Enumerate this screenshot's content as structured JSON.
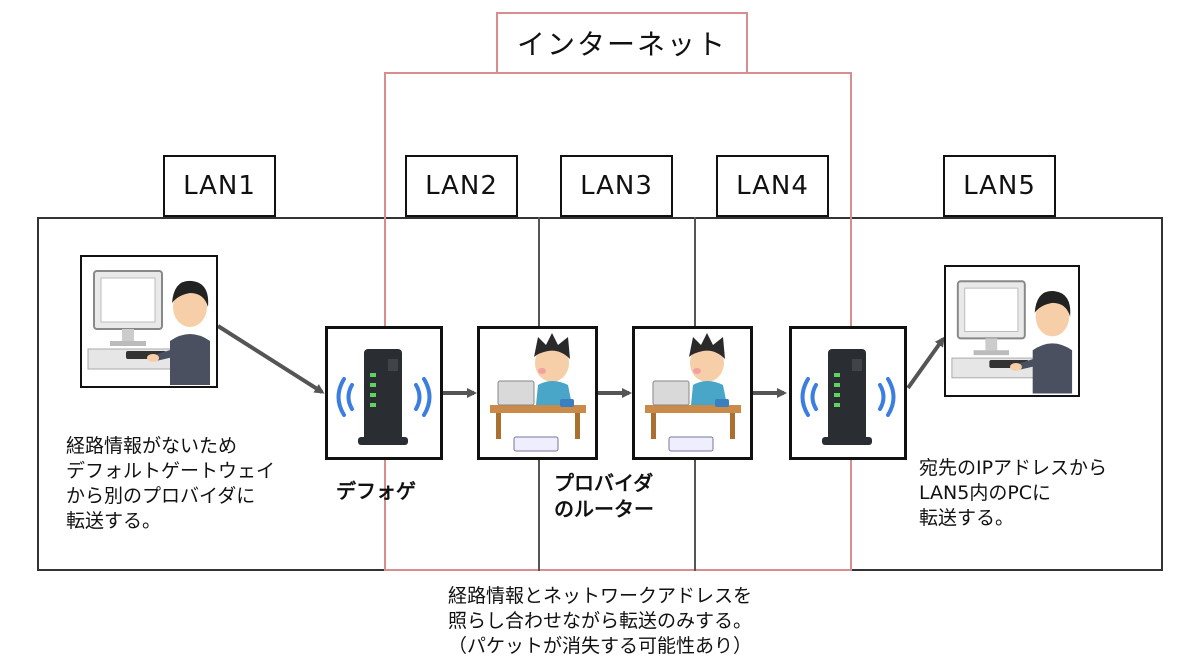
{
  "internet_label": "インターネット",
  "lans": [
    "LAN1",
    "LAN2",
    "LAN3",
    "LAN4",
    "LAN5"
  ],
  "left_note": [
    "経路情報がないため",
    "デフォルトゲートウェイ",
    "から別のプロバイダに",
    "転送する。"
  ],
  "gateway_label": "デフォゲ",
  "provider_label": [
    "プロバイダ",
    "のルーター"
  ],
  "right_note": [
    "宛先のIPアドレスから",
    "LAN5内のPCに",
    "転送する。"
  ],
  "bottom_note": [
    "経路情報とネットワークアドレスを",
    "照らし合わせながら転送のみする。",
    "（パケットが消失する可能性あり）"
  ],
  "icons": {
    "pc_user": "person-at-computer-icon",
    "router": "wifi-router-icon",
    "provider": "person-at-laptop-icon",
    "arrow": "arrow-icon"
  },
  "colors": {
    "internet_border": "#d88e8e",
    "arrow": "#555555",
    "wifi": "#3b7de0"
  }
}
